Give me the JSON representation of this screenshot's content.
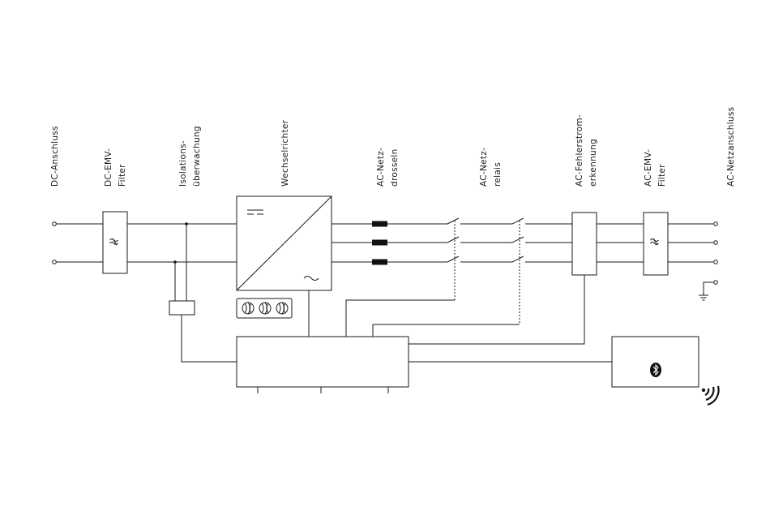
{
  "labels": {
    "dc_anschluss": "DC-Anschluss",
    "dc_emv_1": "DC-EMV-",
    "dc_emv_2": "Filter",
    "iso_1": "Isolations-",
    "iso_2": "überwachung",
    "wechselrichter": "Wechselrichter",
    "drossel_1": "AC-Netz-",
    "drossel_2": "drosseln",
    "relais_1": "AC-Netz-",
    "relais_2": "relais",
    "fehler_1": "AC-Fehlerstrom-",
    "fehler_2": "erkennung",
    "ac_emv_1": "AC-EMV-",
    "ac_emv_2": "Filter",
    "ac_netz": "AC-Netzanschluss"
  },
  "icons": {
    "dc_symbol": "dc-symbol-icon",
    "ac_symbol": "ac-symbol-icon",
    "filter_symbol": "filter-symbol-icon",
    "fan": "fan-icon",
    "bluetooth": "bluetooth-icon",
    "wireless": "wireless-signal-icon",
    "ground": "ground-icon"
  }
}
